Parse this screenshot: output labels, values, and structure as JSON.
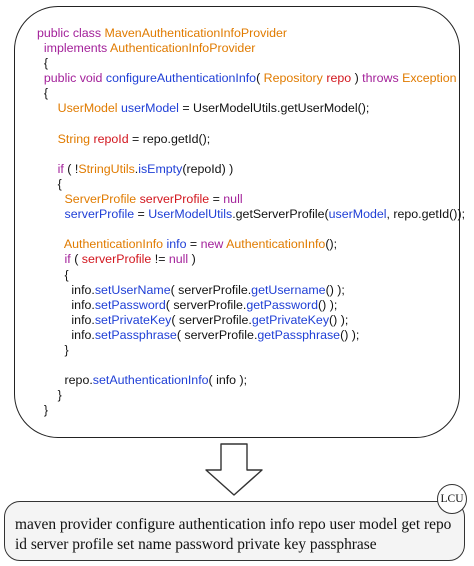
{
  "code": {
    "lines": [
      [
        [
          "k",
          "public class "
        ],
        [
          "c",
          "MavenAuthenticationInfoProvider"
        ]
      ],
      [
        [
          "p",
          "  "
        ],
        [
          "k",
          "implements "
        ],
        [
          "c",
          "AuthenticationInfoProvider"
        ]
      ],
      [
        [
          "p",
          "  {"
        ]
      ],
      [
        [
          "p",
          "  "
        ],
        [
          "k",
          "public void "
        ],
        [
          "m",
          "configureAuthenticationInfo"
        ],
        [
          "p",
          "( "
        ],
        [
          "c",
          "Repository "
        ],
        [
          "v",
          "repo"
        ],
        [
          "p",
          " ) "
        ],
        [
          "k",
          "throws "
        ],
        [
          "c",
          "Exception"
        ]
      ],
      [
        [
          "p",
          "  {"
        ]
      ],
      [
        [
          "p",
          "      "
        ],
        [
          "c",
          "UserModel "
        ],
        [
          "m",
          "userModel"
        ],
        [
          "p",
          " = "
        ],
        [
          "p",
          "UserModelUtils.getUserModel();"
        ]
      ],
      [
        [
          "p",
          ""
        ]
      ],
      [
        [
          "p",
          "      "
        ],
        [
          "c",
          "String "
        ],
        [
          "v",
          "repoId"
        ],
        [
          "p",
          " = repo.getId();"
        ]
      ],
      [
        [
          "p",
          ""
        ]
      ],
      [
        [
          "p",
          "      "
        ],
        [
          "k",
          "if "
        ],
        [
          "p",
          "( !"
        ],
        [
          "c",
          "StringUtils"
        ],
        [
          "p",
          "."
        ],
        [
          "m",
          "isEmpty"
        ],
        [
          "p",
          "(repoId) )"
        ]
      ],
      [
        [
          "p",
          "      {"
        ]
      ],
      [
        [
          "p",
          "        "
        ],
        [
          "c",
          "ServerProfile "
        ],
        [
          "v",
          "serverProfile"
        ],
        [
          "p",
          " = "
        ],
        [
          "k",
          "null"
        ]
      ],
      [
        [
          "p",
          "        "
        ],
        [
          "m",
          "serverProfile"
        ],
        [
          "p",
          " = "
        ],
        [
          "m",
          "UserModelUtils"
        ],
        [
          "p",
          ".getServerProfile("
        ],
        [
          "m",
          "userModel"
        ],
        [
          "p",
          ", repo.getId());"
        ]
      ],
      [
        [
          "p",
          ""
        ]
      ],
      [
        [
          "p",
          "        "
        ],
        [
          "c",
          "AuthenticationInfo "
        ],
        [
          "m",
          "info"
        ],
        [
          "p",
          " = "
        ],
        [
          "k",
          "new "
        ],
        [
          "c",
          "AuthenticationInfo"
        ],
        [
          "p",
          "();"
        ]
      ],
      [
        [
          "p",
          "        "
        ],
        [
          "k",
          "if "
        ],
        [
          "p",
          "( "
        ],
        [
          "v",
          "serverProfile"
        ],
        [
          "p",
          " != "
        ],
        [
          "k",
          "null"
        ],
        [
          "p",
          " )"
        ]
      ],
      [
        [
          "p",
          "        {"
        ]
      ],
      [
        [
          "p",
          "          info."
        ],
        [
          "m",
          "setUserName"
        ],
        [
          "p",
          "( serverProfile."
        ],
        [
          "m",
          "getUsername"
        ],
        [
          "p",
          "() );"
        ]
      ],
      [
        [
          "p",
          "          info."
        ],
        [
          "m",
          "setPassword"
        ],
        [
          "p",
          "( serverProfile."
        ],
        [
          "m",
          "getPassword"
        ],
        [
          "p",
          "() );"
        ]
      ],
      [
        [
          "p",
          "          info."
        ],
        [
          "m",
          "setPrivateKey"
        ],
        [
          "p",
          "( serverProfile."
        ],
        [
          "m",
          "getPrivateKey"
        ],
        [
          "p",
          "() );"
        ]
      ],
      [
        [
          "p",
          "          info."
        ],
        [
          "m",
          "setPassphrase"
        ],
        [
          "p",
          "( serverProfile."
        ],
        [
          "m",
          "getPassphrase"
        ],
        [
          "p",
          "() );"
        ]
      ],
      [
        [
          "p",
          "        }"
        ]
      ],
      [
        [
          "p",
          ""
        ]
      ],
      [
        [
          "p",
          "        repo."
        ],
        [
          "m",
          "setAuthenticationInfo"
        ],
        [
          "p",
          "( info );"
        ]
      ],
      [
        [
          "p",
          "      }"
        ]
      ],
      [
        [
          "p",
          "  }"
        ]
      ]
    ]
  },
  "summary": {
    "text": "maven provider configure authentication info repo user model get repo id server profile set name password private key passphrase",
    "badge": "LCU"
  },
  "colors": {
    "keyword": "#a3219a",
    "class": "#e07b00",
    "variable": "#d2161e",
    "method": "#1f3fd6",
    "plain": "#111111"
  }
}
